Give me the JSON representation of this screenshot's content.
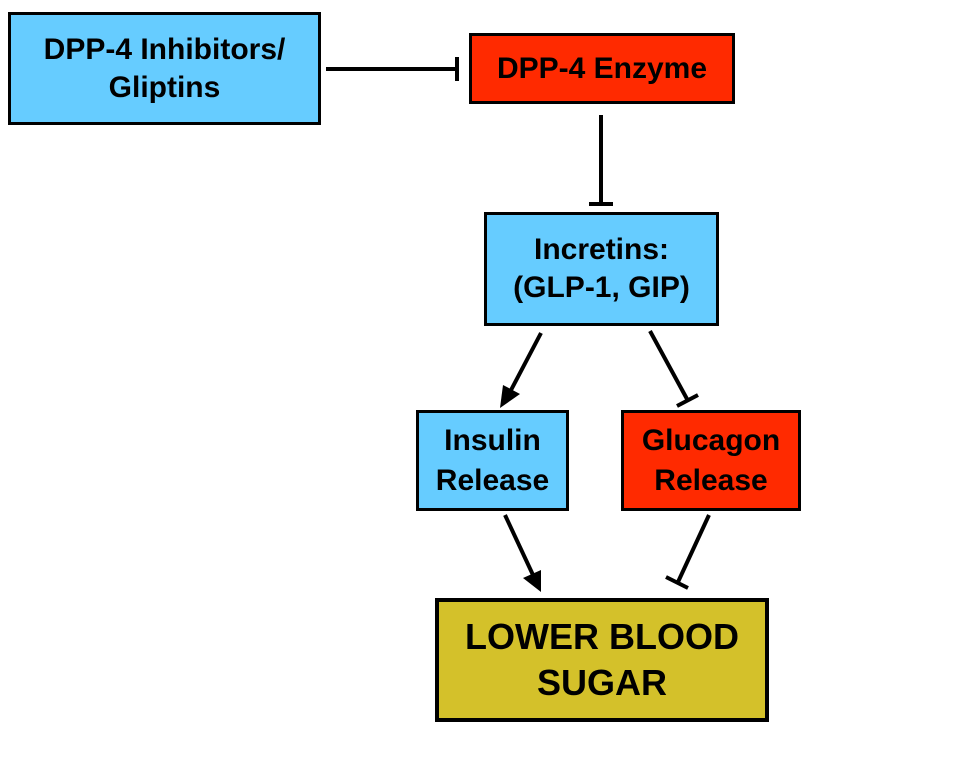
{
  "nodes": {
    "inhibitors": {
      "lines": [
        "DPP-4 Inhibitors/",
        "Gliptins"
      ],
      "color": "#66ccff"
    },
    "enzyme": {
      "lines": [
        "DPP-4 Enzyme"
      ],
      "color": "#ff2a00"
    },
    "incretins": {
      "lines": [
        "Incretins:",
        "(GLP-1, GIP)"
      ],
      "color": "#66ccff"
    },
    "insulin": {
      "lines": [
        "Insulin",
        "Release"
      ],
      "color": "#66ccff"
    },
    "glucagon": {
      "lines": [
        "Glucagon",
        "Release"
      ],
      "color": "#ff2a00"
    },
    "outcome": {
      "lines": [
        "LOWER BLOOD",
        "SUGAR"
      ],
      "color": "#d4c12a"
    }
  },
  "edges": [
    {
      "from": "inhibitors",
      "to": "enzyme",
      "type": "inhibits"
    },
    {
      "from": "enzyme",
      "to": "incretins",
      "type": "inhibits"
    },
    {
      "from": "incretins",
      "to": "insulin",
      "type": "stimulates"
    },
    {
      "from": "incretins",
      "to": "glucagon",
      "type": "inhibits"
    },
    {
      "from": "insulin",
      "to": "outcome",
      "type": "stimulates"
    },
    {
      "from": "glucagon",
      "to": "outcome",
      "type": "inhibits"
    }
  ]
}
